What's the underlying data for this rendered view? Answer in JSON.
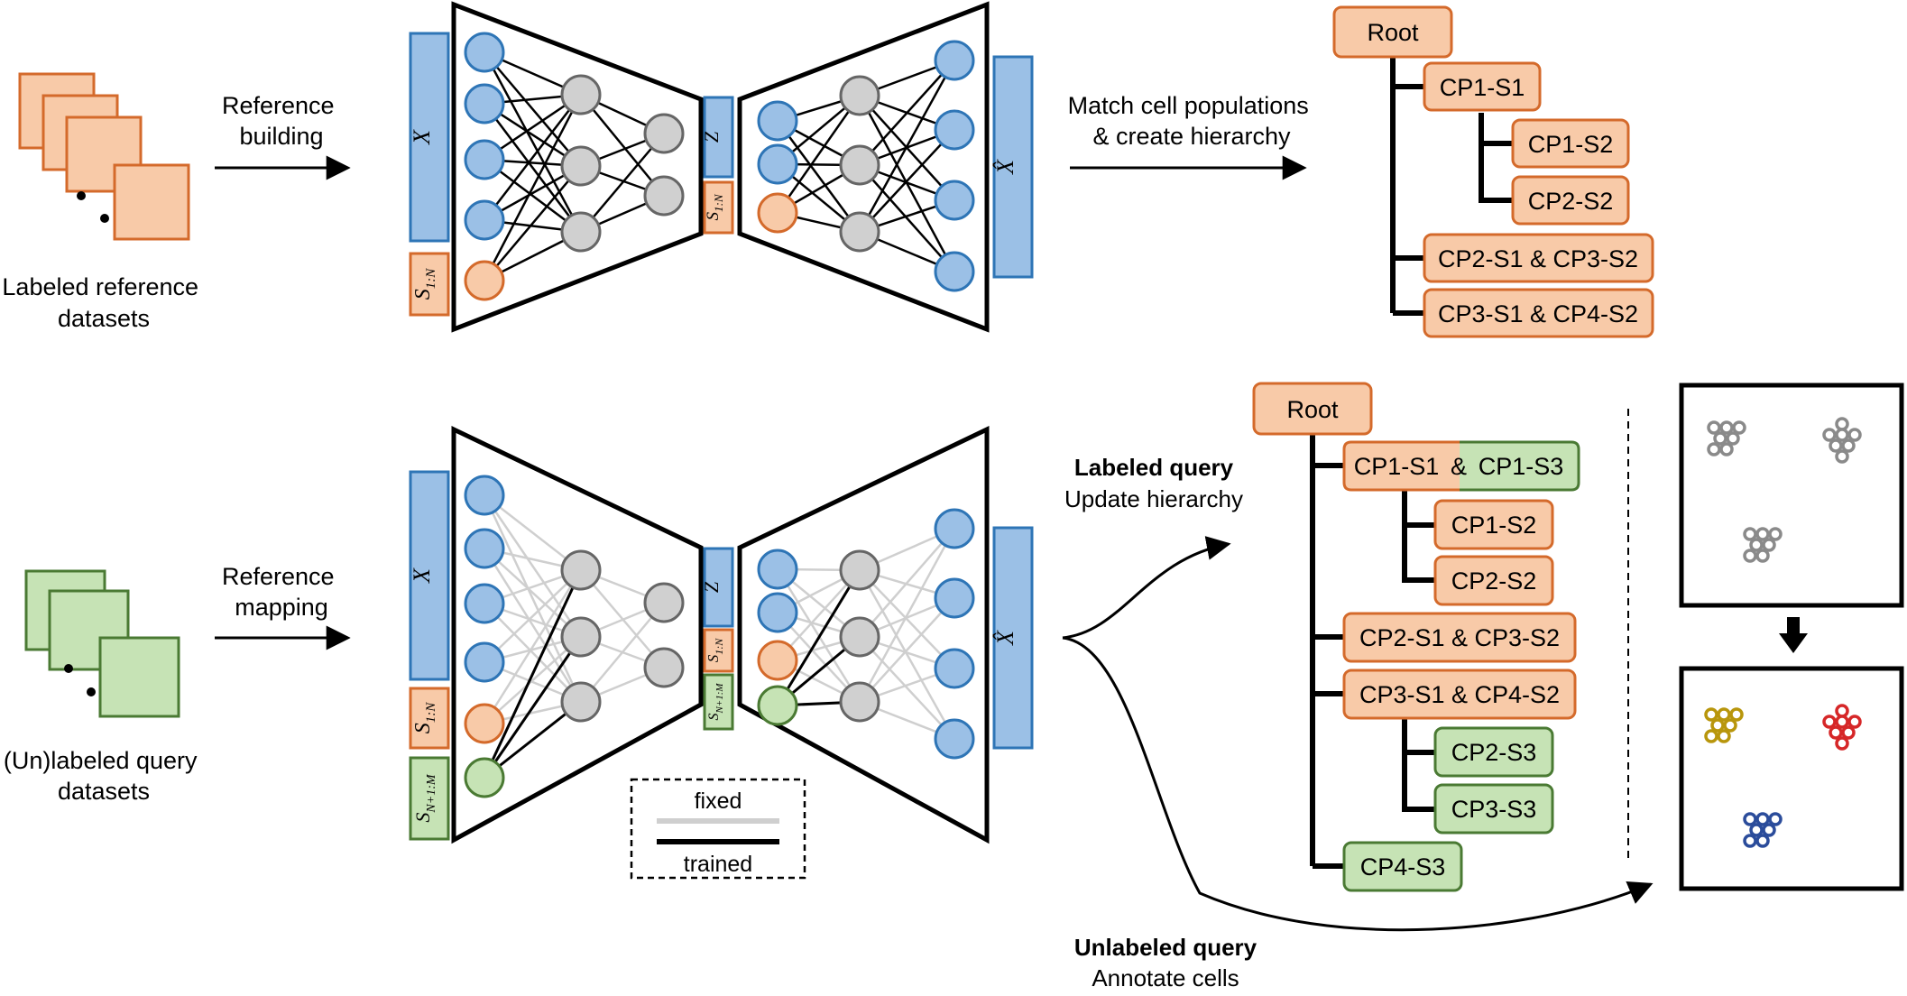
{
  "colors": {
    "orange_fill": "#f8caa8",
    "orange_stroke": "#d46a2b",
    "blue_fill": "#9bc0e6",
    "blue_stroke": "#2e75b6",
    "green_fill": "#c6e3b5",
    "green_stroke": "#4a7a33",
    "gray_fill": "#d0d0d0",
    "gray_stroke": "#666666",
    "fixed_line": "#cfcfcf",
    "trained_line": "#000000",
    "cluster_gray": "#8a8a8a",
    "cluster_gold": "#b8960c",
    "cluster_red": "#d62728",
    "cluster_blue": "#2b4c9b"
  },
  "top": {
    "datasets_caption": [
      "Labeled reference",
      "datasets"
    ],
    "arrow_label": [
      "Reference",
      "building"
    ],
    "match_label": [
      "Match cell populations",
      "& create hierarchy"
    ],
    "net": {
      "x_label": "X",
      "s_label": "S",
      "s_sub": "1:N",
      "z_label": "Z",
      "xhat_label": "X̂"
    },
    "tree": {
      "root": "Root",
      "nodes": [
        "CP1-S1",
        "CP1-S2",
        "CP2-S2",
        "CP2-S1 & CP3-S2",
        "CP3-S1 & CP4-S2"
      ]
    }
  },
  "bottom": {
    "datasets_caption": [
      "(Un)labeled query",
      "datasets"
    ],
    "arrow_label": [
      "Reference",
      "mapping"
    ],
    "net": {
      "x_label": "X",
      "s_label": "S",
      "s_sub": "1:N",
      "s2_sub": "N+1:M",
      "z_label": "Z",
      "xhat_label": "X̂"
    },
    "legend": {
      "fixed": "fixed",
      "trained": "trained"
    },
    "labeled_query": {
      "title": "Labeled query",
      "subtitle": "Update hierarchy"
    },
    "unlabeled_query": {
      "title": "Unlabeled query",
      "subtitle": "Annotate cells"
    },
    "tree": {
      "root": "Root",
      "split_left": "CP1-S1",
      "split_amp": "&",
      "split_right": "CP1-S3",
      "nodes": [
        "CP1-S2",
        "CP2-S2",
        "CP2-S1 & CP3-S2",
        "CP3-S1 & CP4-S2",
        "CP2-S3",
        "CP3-S3",
        "CP4-S3"
      ]
    }
  }
}
